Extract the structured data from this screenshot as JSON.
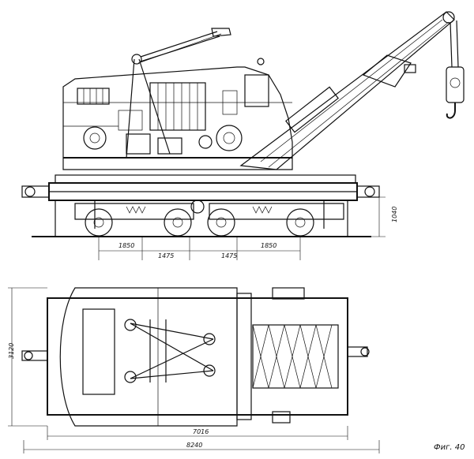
{
  "figure": {
    "caption": "Фиг. 40"
  },
  "side_view": {
    "dims": {
      "d1": "1850",
      "d2": "1475",
      "d3": "1475",
      "d4": "1850",
      "height": "1040"
    }
  },
  "plan_view": {
    "dims": {
      "width": "3120",
      "inner_length": "7016",
      "overall_length": "8240"
    }
  }
}
